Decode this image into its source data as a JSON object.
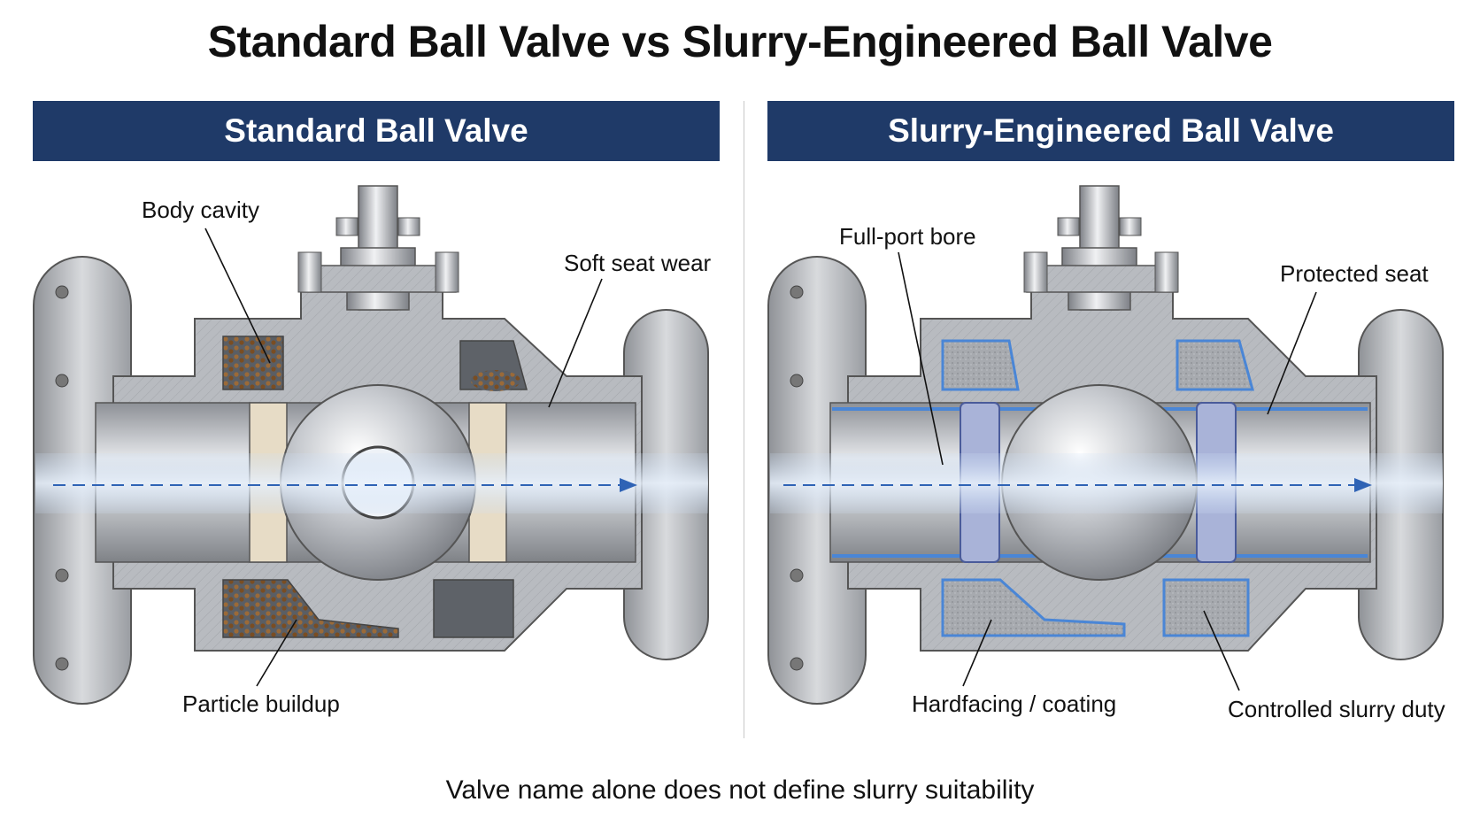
{
  "title": "Standard Ball Valve vs Slurry-Engineered Ball Valve",
  "left_panel": {
    "heading": "Standard Ball Valve",
    "labels": {
      "body_cavity": "Body cavity",
      "soft_seat_wear": "Soft seat wear",
      "particle_buildup": "Particle buildup"
    }
  },
  "right_panel": {
    "heading": "Slurry-Engineered Ball Valve",
    "labels": {
      "full_port_bore": "Full-port bore",
      "protected_seat": "Protected seat",
      "hardfacing": "Hardfacing / coating",
      "controlled_duty": "Controlled slurry duty"
    }
  },
  "footer": "Valve name alone does not define slurry suitability",
  "colors": {
    "header_bg": "#1f3a68",
    "flow_arrow": "#2f63b5",
    "coating": "#4a86d6",
    "metal": "#b9bcc1",
    "particles": "#8a5a2b"
  }
}
